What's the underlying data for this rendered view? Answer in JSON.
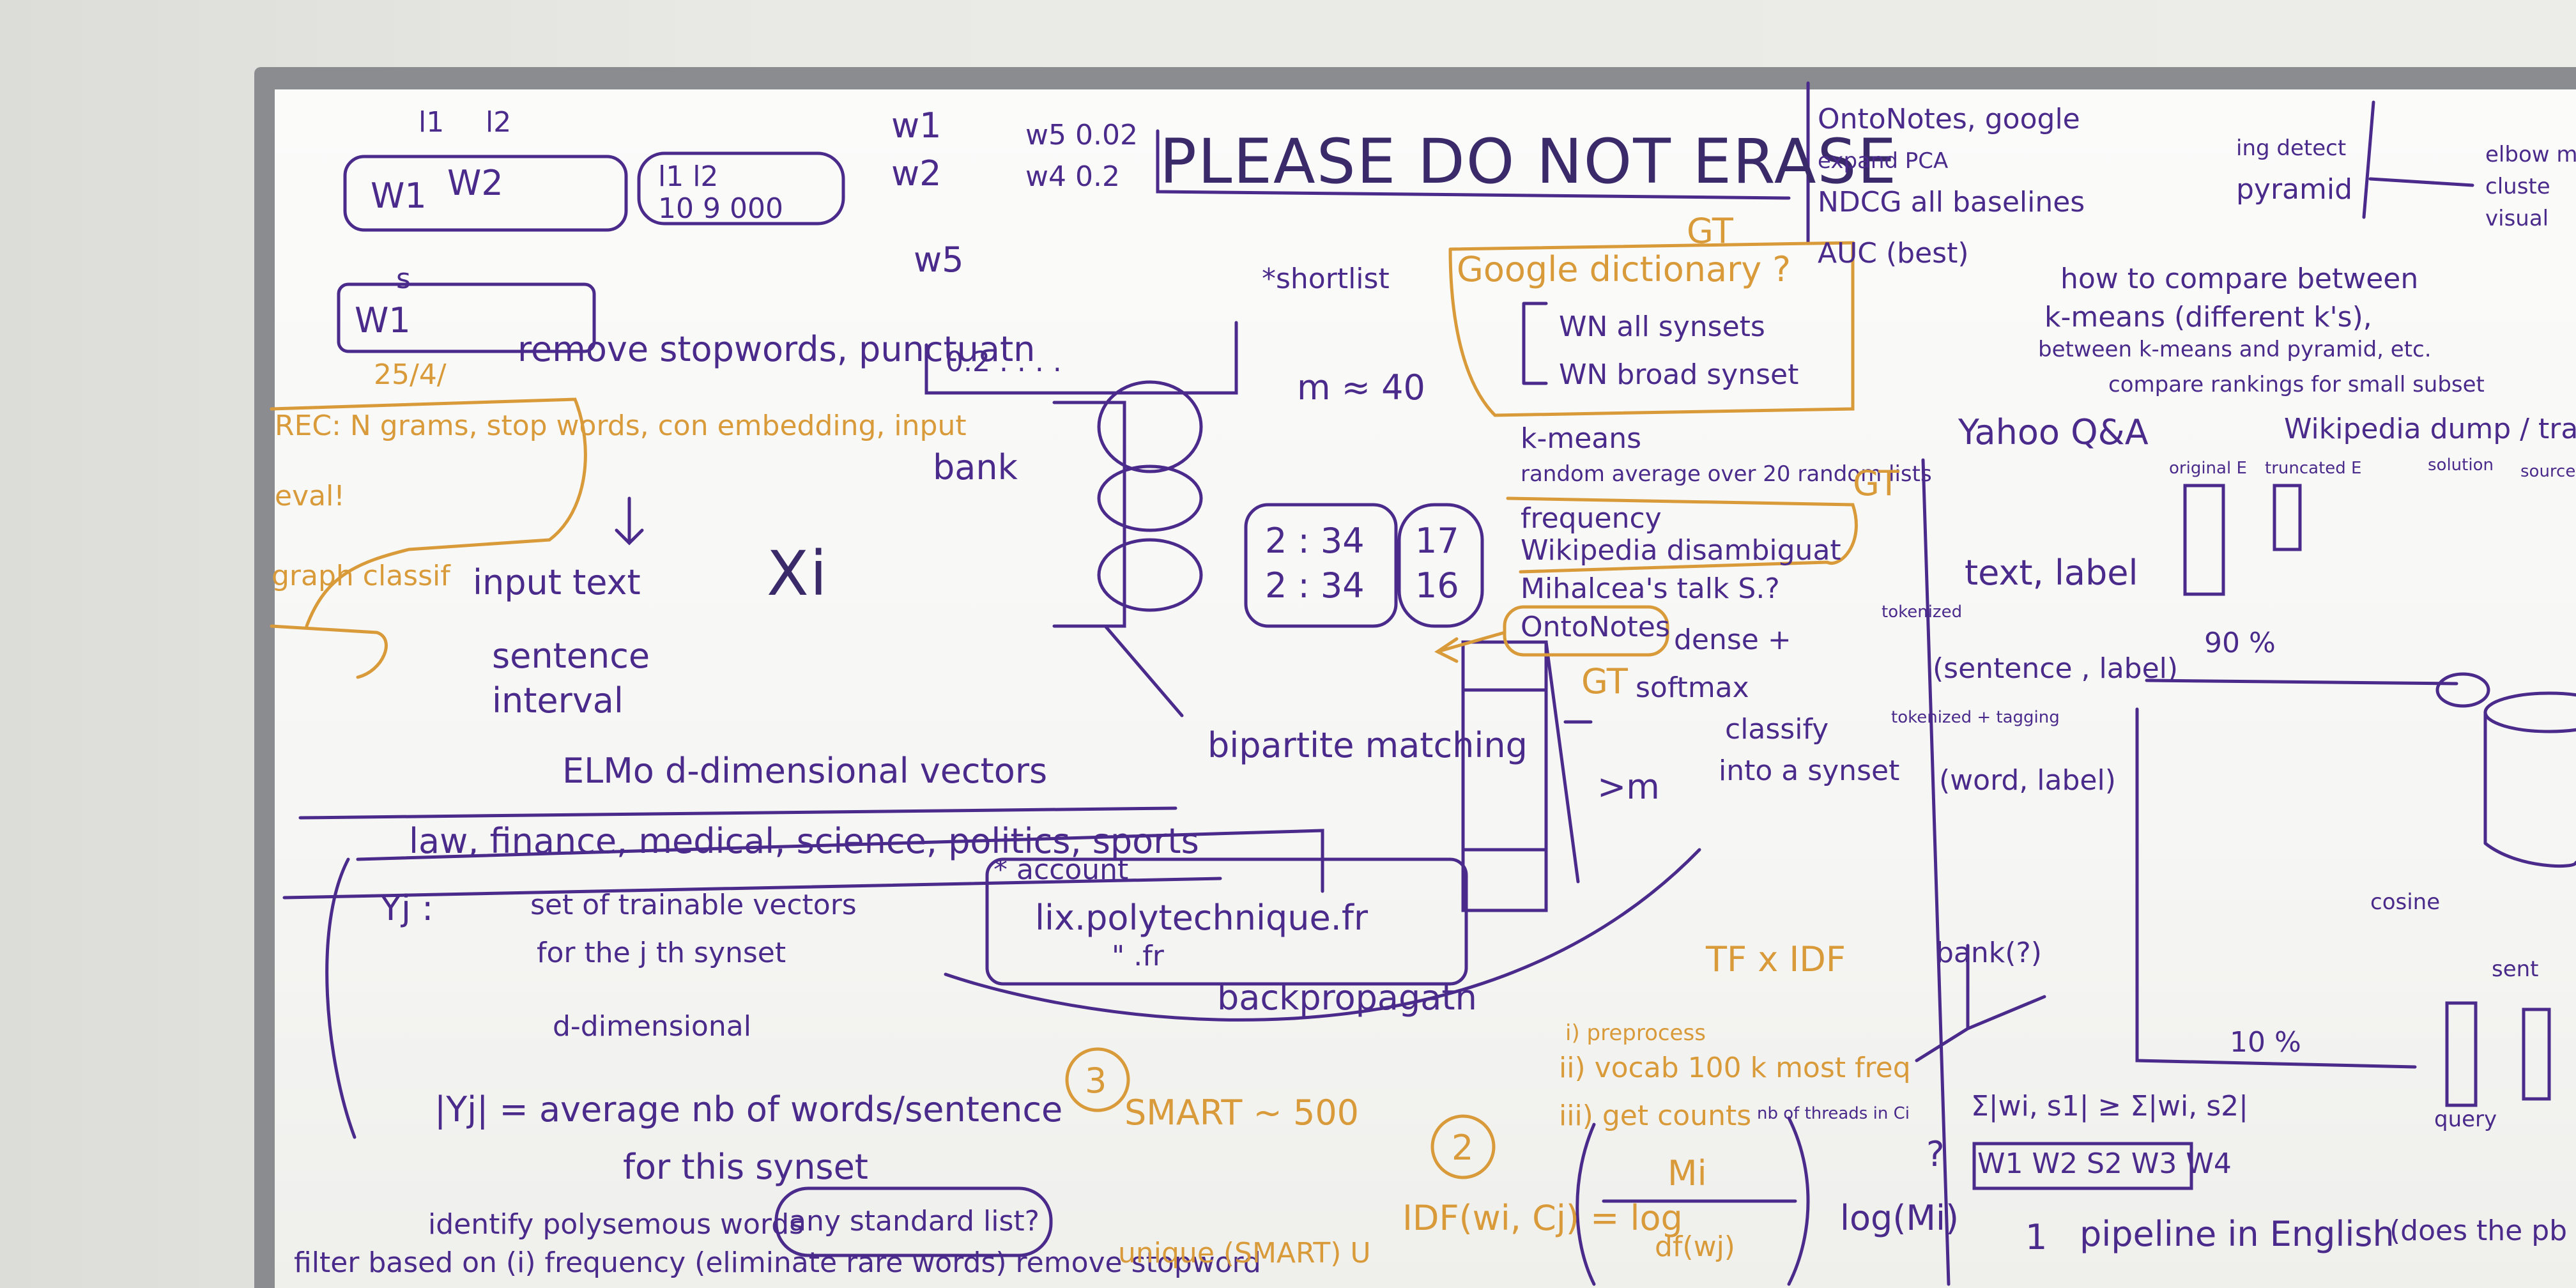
{
  "header": {
    "title": "PLEASE DO NOT ERASE"
  },
  "left": {
    "weights_top": [
      "l1",
      "l2",
      "W1",
      "W2",
      "l1 l2",
      "10 9 000"
    ],
    "label_w1_box": "W1",
    "label_s": "s",
    "remove_line": "remove stopwords, punctuatn",
    "vector_box": "0.2 . . . .",
    "rec_note": "REC: N grams, stop words, con embedding, input",
    "eval_note": "eval!",
    "graph_note": "graph classif",
    "input_text": "input text",
    "xi": "Xi",
    "sentence": "sentence",
    "interval": "interval",
    "elmo": "ELMo   d-dimensional vectors",
    "domains": "law, finance, medical, science, politics, sports",
    "yj": "Yj :",
    "yj_desc1": "set of trainable vectors",
    "yj_desc2": "for the j th synset",
    "yj_desc3": "d-dimensional",
    "card": "|Yj| = average nb of words/sentence",
    "card2": "for this synset",
    "bottom1": "identify polysemous words",
    "bottom_q": "any standard list?",
    "bottom2": "filter based on (i) frequency (eliminate rare words) remove stopword",
    "date": "25/4/"
  },
  "middle": {
    "w_list": [
      "w1",
      "w2",
      "w5",
      "w5 0.02",
      "w4 0.2"
    ],
    "bank": "bank",
    "pair1": "2 : 34",
    "pair2": "2 : 34",
    "n17": "17",
    "n16": "16",
    "bipartite": "bipartite matching",
    "email1": "* account",
    "email2": "lix.polytechnique.fr",
    "email3": "\"     .fr",
    "backprop": "backpropagatn",
    "mn": ">m",
    "smart": "SMART ~ 500",
    "three": "3",
    "unique": "unique (SMART) U",
    "two": "2"
  },
  "center": {
    "shortlist": "*shortlist",
    "google": "Google dictionary ?",
    "gt1": "GT",
    "wn1": "WN all synsets",
    "wn2": "WN broad synset",
    "m40": "m ≈ 40",
    "methods": [
      "k-means",
      "random  average over 20 random lists",
      "frequency",
      "Wikipedia disambiguat",
      "Mihalcea's talk S.?",
      "OntoNotes"
    ],
    "gt2": "GT",
    "gt3": "GT",
    "dense": "dense +",
    "softmax": "softmax",
    "classify": "classify",
    "into": "into a synset",
    "tfidf": "TF x IDF",
    "steps": [
      "i) preprocess",
      "ii) vocab 100 k most freq",
      "iii) get counts"
    ],
    "nb_threads": "nb of threads in Ci",
    "idf": "IDF(wi, Cj) = log",
    "mi": "Mi",
    "dfw": "df(wj)",
    "logmi": "log(Mi)"
  },
  "right_top": {
    "onto": "OntoNotes, google",
    "pca": "expand PCA",
    "ndcg": "NDCG all baselines",
    "auc": "AUC (best)",
    "compare1": "how to compare between",
    "compare2": "k-means (different k's),",
    "compare3": "between k-means and pyramid, etc.",
    "compare4": "compare rankings for small subset",
    "ing": "ing detect",
    "pyramid": "pyramid",
    "elbow": "elbow m",
    "cluster": "cluste",
    "visual": "visual"
  },
  "right": {
    "yahoo": "Yahoo Q&A",
    "text_label": "text, label",
    "tokenized": "tokenized",
    "sentence_label": "(sentence , label)",
    "tokenized2": "tokenized + tagging",
    "word_label": "(word, label)",
    "pct90": "90 %",
    "pct10": "10 %",
    "wiki": "Wikipedia dump / tra",
    "orig": "original E",
    "trunc": "truncated E",
    "solution": "solution",
    "source": "source",
    "cosine": "cosine",
    "sent": "sent",
    "query": "query",
    "bank_wi": "bank(?)",
    "sum": "Σ|wi, s1| ≥ Σ|wi, s2|",
    "wsv": "W1 W2 S2 W3 W4",
    "pipeline_num": "1",
    "pipeline": "pipeline in English",
    "does": "(does the pb",
    "q": "?"
  },
  "colors": {
    "purple_ink": "#4a2a8a",
    "orange_ink": "#d99a3a",
    "frame": "#8a8c90"
  }
}
